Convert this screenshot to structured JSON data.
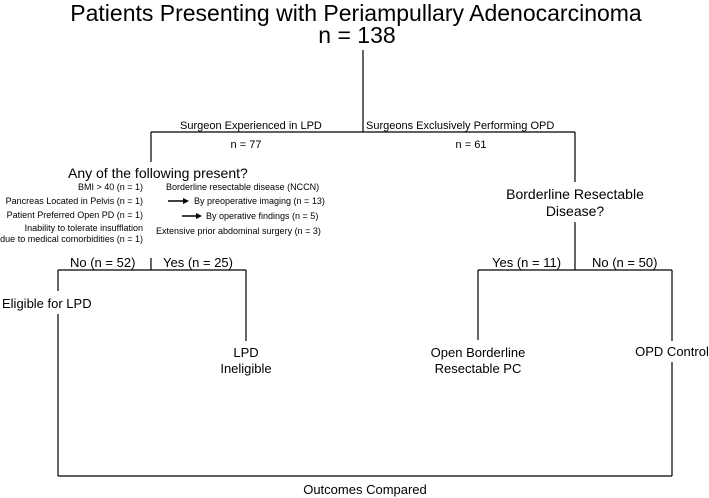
{
  "title": "Patients Presenting with Periampullary Adenocarcinoma",
  "total": "n = 138",
  "left_branch": {
    "label": "Surgeon Experienced in LPD",
    "n": "n = 77"
  },
  "right_branch": {
    "label": "Surgeons Exclusively Performing OPD",
    "n": "n = 61"
  },
  "question_left": "Any of the following present?",
  "criteria_left": [
    "BMI > 40 (n = 1)",
    "Pancreas Located in Pelvis (n = 1)",
    "Patient Preferred Open PD (n = 1)",
    "Inability to tolerate insufflation\ndue to medical comorbidities (n = 1)"
  ],
  "criteria_right": {
    "header": "Borderline resectable disease (NCCN)",
    "sub1": "By preoperative imaging (n = 13)",
    "sub2": "By operative findings (n = 5)",
    "last": "Extensive prior abdominal surgery (n = 3)"
  },
  "question_right": "Borderline Resectable\nDisease?",
  "no_left": "No (n = 52)",
  "yes_left": "Yes (n = 25)",
  "yes_right": "Yes (n = 11)",
  "no_right": "No (n = 50)",
  "eligible": "Eligible for LPD",
  "ineligible": "LPD\nIneligible",
  "open_borderline": "Open Borderline\nResectable PC",
  "opd_control": "OPD Control",
  "outcomes": "Outcomes Compared"
}
